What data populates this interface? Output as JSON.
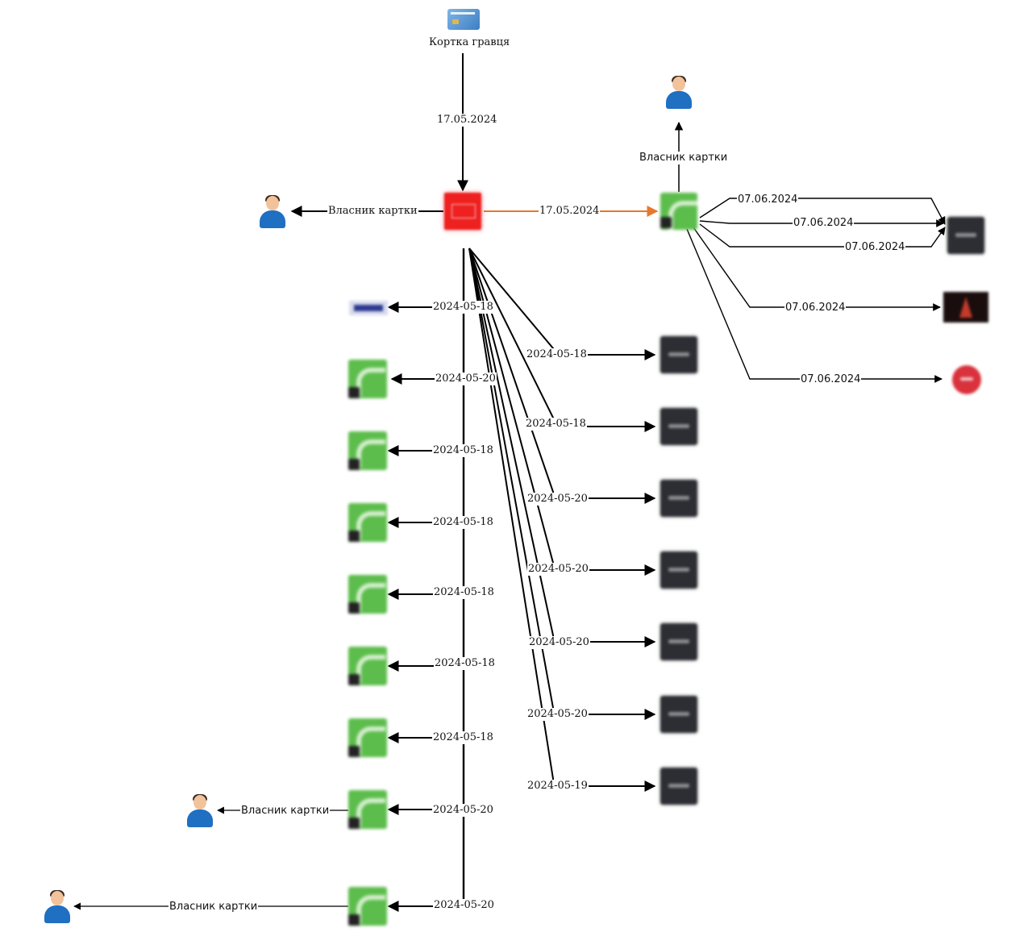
{
  "labels": {
    "card_caption": "Кортка гравця",
    "owner": "Власник картки"
  },
  "edges": {
    "card_to_main": "17.05.2024",
    "main_to_right": "17.05.2024",
    "right_out": [
      "07.06.2024",
      "07.06.2024",
      "07.06.2024",
      "07.06.2024",
      "07.06.2024"
    ],
    "left_dates": [
      "2024-05-18",
      "2024-05-20",
      "2024-05-18",
      "2024-05-18",
      "2024-05-18",
      "2024-05-18",
      "2024-05-18",
      "2024-05-20",
      "2024-05-20"
    ],
    "mid_dates": [
      "2024-05-18",
      "2024-05-18",
      "2024-05-20",
      "2024-05-20",
      "2024-05-20",
      "2024-05-20",
      "2024-05-19"
    ]
  },
  "colors": {
    "main_bank": "#ee2020",
    "green_bank": "#5cbd4c",
    "highlight_edge": "#e8772e",
    "edge": "#000000"
  },
  "icons": {
    "card": "credit-card-icon",
    "person": "person-icon",
    "main": "bank-icon",
    "green": "bank-icon",
    "dark": "terminal-icon"
  }
}
